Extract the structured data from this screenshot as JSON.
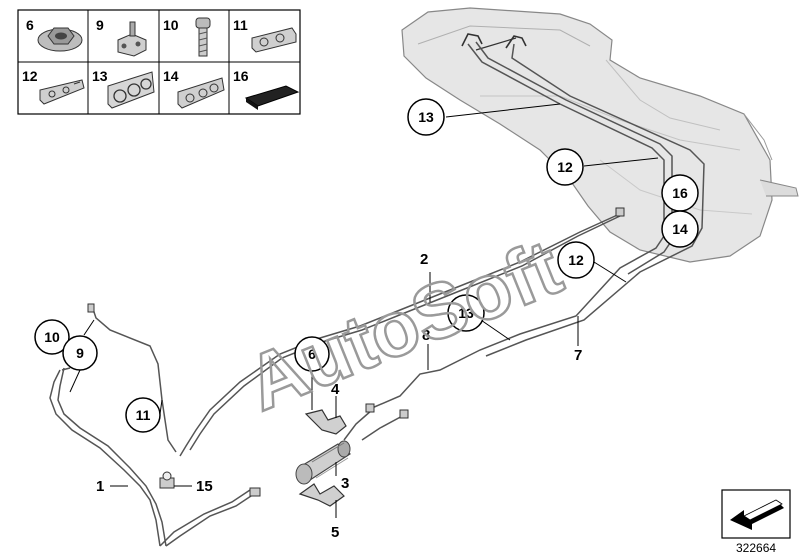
{
  "legend_grid": {
    "cells": [
      {
        "label": "6",
        "icon": "nut-icon"
      },
      {
        "label": "9",
        "icon": "bracket-clip-icon"
      },
      {
        "label": "10",
        "icon": "screw-icon"
      },
      {
        "label": "11",
        "icon": "double-clip-icon"
      },
      {
        "label": "12",
        "icon": "line-clip-icon"
      },
      {
        "label": "13",
        "icon": "triple-clip-icon"
      },
      {
        "label": "14",
        "icon": "multi-clip-icon"
      },
      {
        "label": "16",
        "icon": "foam-pad-icon"
      }
    ]
  },
  "callouts": {
    "c13a": "13",
    "c12a": "12",
    "c16": "16",
    "c14": "14",
    "c12b": "12",
    "c13b": "13",
    "c6": "6",
    "c10": "10",
    "c9": "9",
    "c11": "11"
  },
  "labels": {
    "l2": "2",
    "l8": "8",
    "l7": "7",
    "l4": "4",
    "l3": "3",
    "l5": "5",
    "l1": "1",
    "l15": "15"
  },
  "watermark": "AutoSoft",
  "reference_number": "322664",
  "colors": {
    "tank_fill": "#e6e6e6",
    "line_stroke": "#555555",
    "watermark_stroke": "#9a9a9a"
  }
}
